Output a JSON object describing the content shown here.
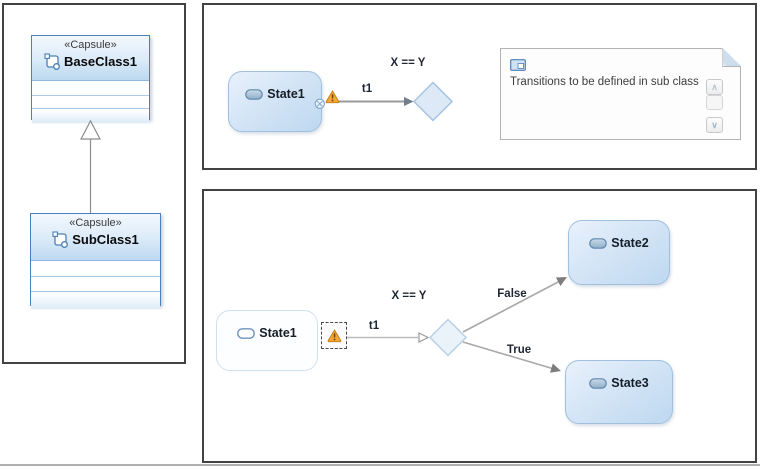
{
  "class_diagram": {
    "base_class": {
      "stereotype": "«Capsule»",
      "name": "BaseClass1"
    },
    "sub_class": {
      "stereotype": "«Capsule»",
      "name": "SubClass1"
    }
  },
  "base_statechart": {
    "state1_label": "State1",
    "transition_label": "t1",
    "guard_label": "X == Y",
    "note_text": "Transitions to be defined in sub class"
  },
  "sub_statechart": {
    "state1_label": "State1",
    "state2_label": "State2",
    "state3_label": "State3",
    "transition_label": "t1",
    "guard_label": "X == Y",
    "false_branch_label": "False",
    "true_branch_label": "True"
  },
  "colors": {
    "state_fill_light": "#e9f1fb",
    "state_fill_dark": "#bed8f0",
    "state_border": "#a0c0de",
    "capsule_border": "#4d7ebf",
    "warning_amber": "#f2a33c",
    "connector_gray": "#9a9a9a",
    "panel_border": "#424242"
  }
}
